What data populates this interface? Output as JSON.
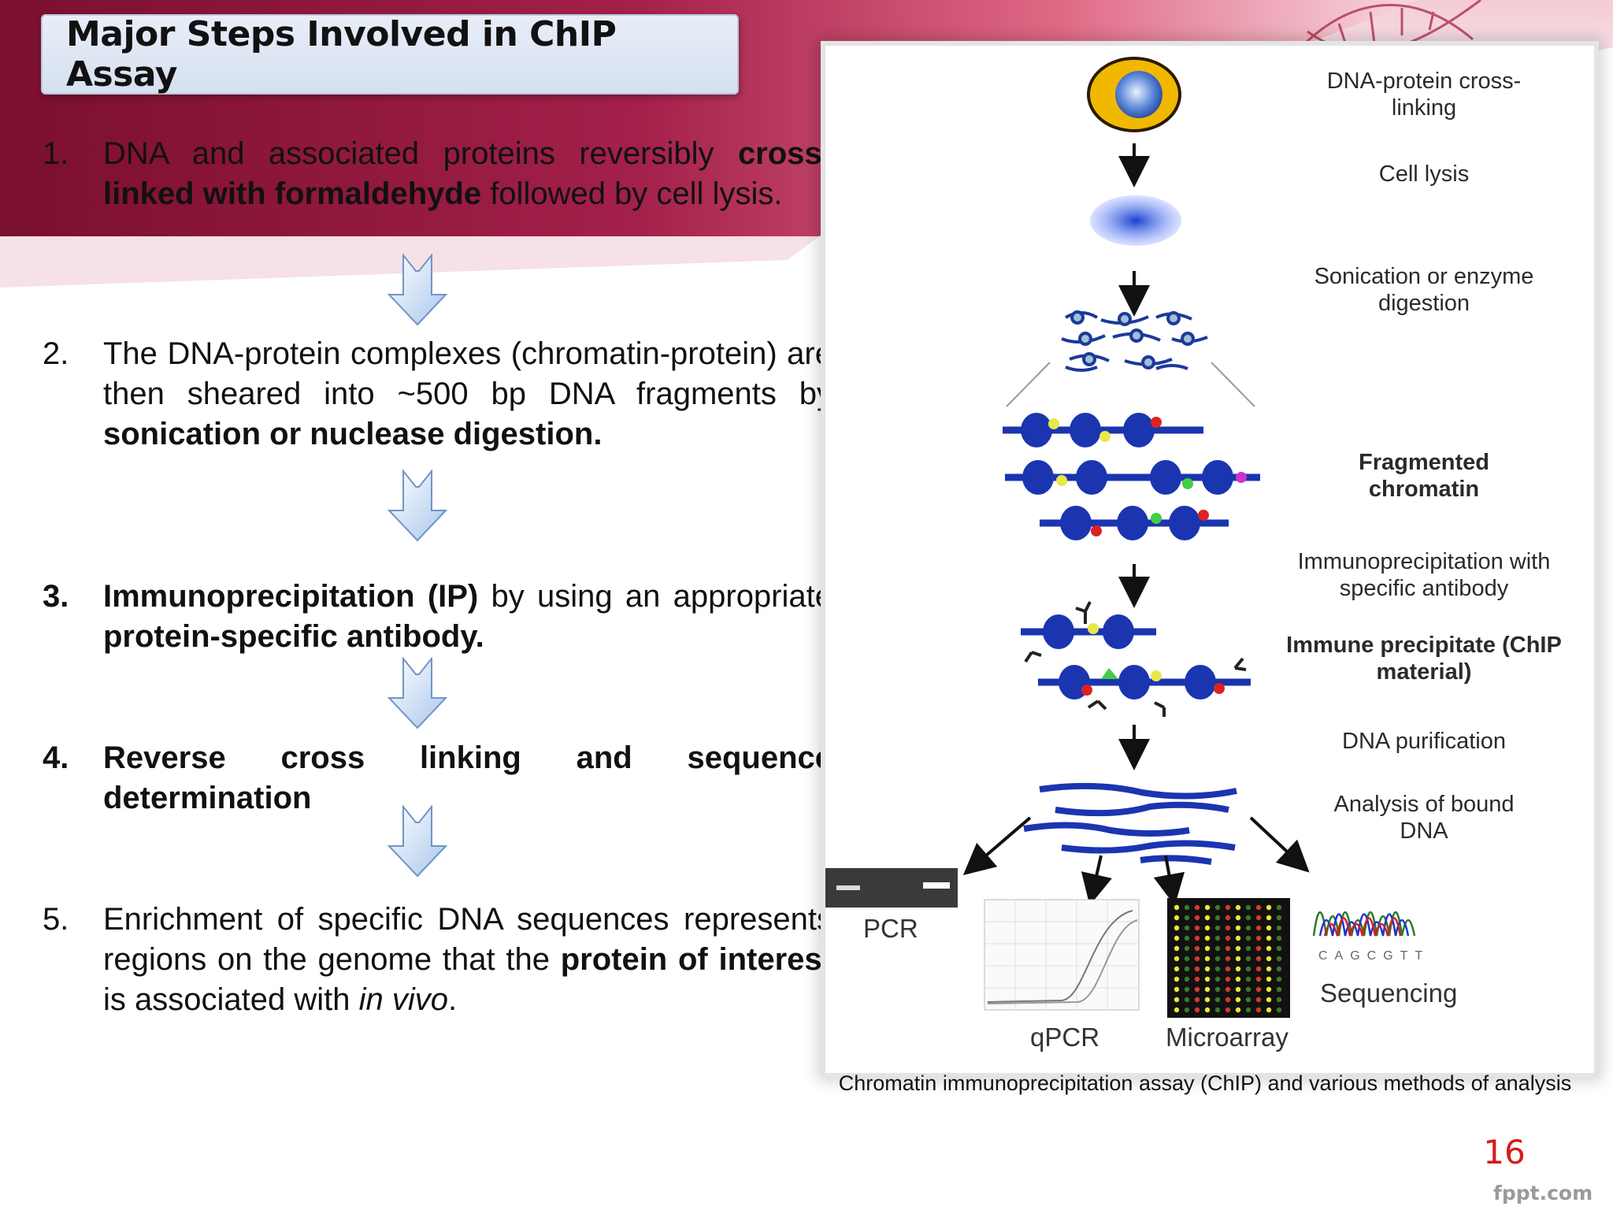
{
  "slide": {
    "title": "Major Steps Involved in ChIP Assay",
    "page_number": "16",
    "watermark": "fppt.com",
    "accent_color": "#8e1b3c",
    "page_number_color": "#d61a1a"
  },
  "steps": [
    {
      "number": "1.",
      "bold_number": false,
      "parts": [
        {
          "text": "DNA and associated proteins reversibly ",
          "bold": false
        },
        {
          "text": "cross-linked with formaldehyde",
          "bold": true
        },
        {
          "text": "  followed by cell lysis.",
          "bold": false
        }
      ]
    },
    {
      "number": "2.",
      "bold_number": false,
      "parts": [
        {
          "text": "The DNA-protein complexes (chromatin-protein) are then sheared into ~500 bp DNA fragments by ",
          "bold": false
        },
        {
          "text": "sonication or nuclease digestion.",
          "bold": true
        }
      ]
    },
    {
      "number": "3.",
      "bold_number": true,
      "parts": [
        {
          "text": "Immunoprecipitation (IP)",
          "bold": true
        },
        {
          "text": " by using an appropriate ",
          "bold": false
        },
        {
          "text": "protein-specific antibody.",
          "bold": true
        }
      ]
    },
    {
      "number": "4.",
      "bold_number": true,
      "parts": [
        {
          "text": "Reverse cross linking and sequence determination",
          "bold": true
        }
      ]
    },
    {
      "number": "5.",
      "bold_number": false,
      "parts": [
        {
          "text": "Enrichment of specific DNA sequences represents regions on the genome that the ",
          "bold": false
        },
        {
          "text": "protein of interest",
          "bold": true
        },
        {
          "text": " is associated with ",
          "bold": false
        },
        {
          "text": "in vivo",
          "italic": true
        },
        {
          "text": ".",
          "bold": false
        }
      ]
    }
  ],
  "figure": {
    "labels": {
      "crosslinking": "DNA-protein cross-linking",
      "lysis": "Cell lysis",
      "sonication": "Sonication or enzyme digestion",
      "fragmented": "Fragmented chromatin",
      "ip": "Immunoprecipitation with specific antibody",
      "immune": "Immune precipitate (ChIP material)",
      "purification": "DNA purification",
      "analysis": "Analysis of bound DNA"
    },
    "methods": {
      "pcr": "PCR",
      "qpcr": "qPCR",
      "microarray": "Microarray",
      "sequencing": "Sequencing",
      "sequence_letters": "CAGCGTT"
    },
    "caption": "Chromatin immunoprecipitation assay (ChIP) and various methods of analysis"
  }
}
